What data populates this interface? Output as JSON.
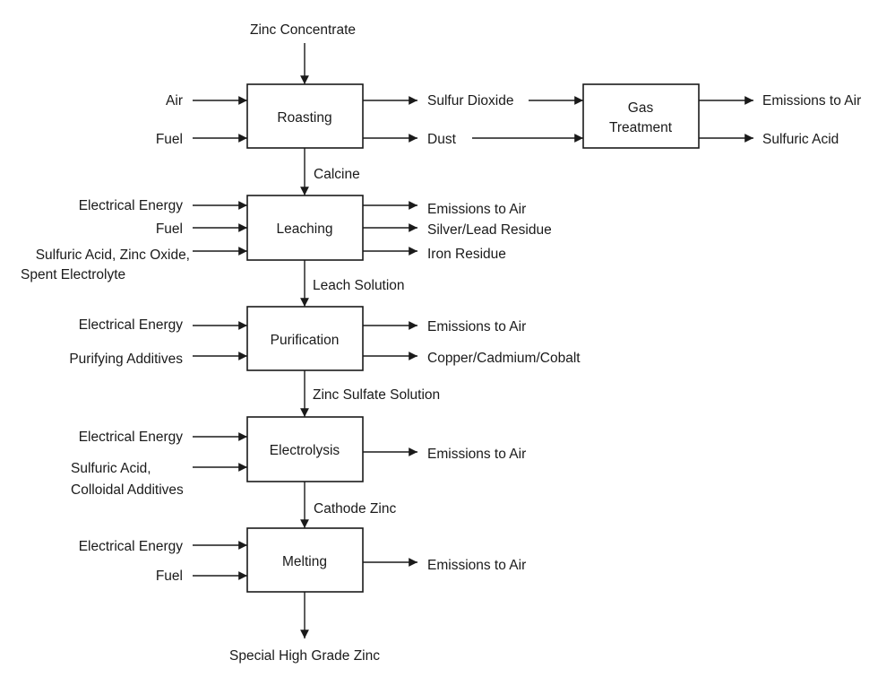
{
  "diagram": {
    "nodes": {
      "roasting": "Roasting",
      "gas_treatment_line1": "Gas",
      "gas_treatment_line2": "Treatment",
      "leaching": "Leaching",
      "purification": "Purification",
      "electrolysis": "Electrolysis",
      "melting": "Melting"
    },
    "feed": "Zinc Concentrate",
    "product": "Special High Grade Zinc",
    "roasting": {
      "inputs": [
        "Air",
        "Fuel"
      ],
      "outputs": [
        "Sulfur Dioxide",
        "Dust"
      ]
    },
    "gas_treatment": {
      "outputs": [
        "Emissions to Air",
        "Sulfuric Acid"
      ]
    },
    "leaching": {
      "inputs": [
        "Electrical Energy",
        "Fuel",
        "Sulfuric Acid, Zinc Oxide,",
        "Spent Electrolyte"
      ],
      "outputs": [
        "Emissions to Air",
        "Silver/Lead Residue",
        "Iron Residue"
      ]
    },
    "purification": {
      "inputs": [
        "Electrical Energy",
        "Purifying Additives"
      ],
      "outputs": [
        "Emissions to Air",
        "Copper/Cadmium/Cobalt"
      ]
    },
    "electrolysis": {
      "inputs": [
        "Electrical Energy",
        "Sulfuric Acid,",
        "Colloidal Additives"
      ],
      "outputs": [
        "Emissions to Air"
      ]
    },
    "melting": {
      "inputs": [
        "Electrical Energy",
        "Fuel"
      ],
      "outputs": [
        "Emissions to Air"
      ]
    },
    "streams": {
      "calcine": "Calcine",
      "leach_solution": "Leach Solution",
      "zinc_sulfate_solution": "Zinc Sulfate Solution",
      "cathode_zinc": "Cathode Zinc"
    }
  }
}
